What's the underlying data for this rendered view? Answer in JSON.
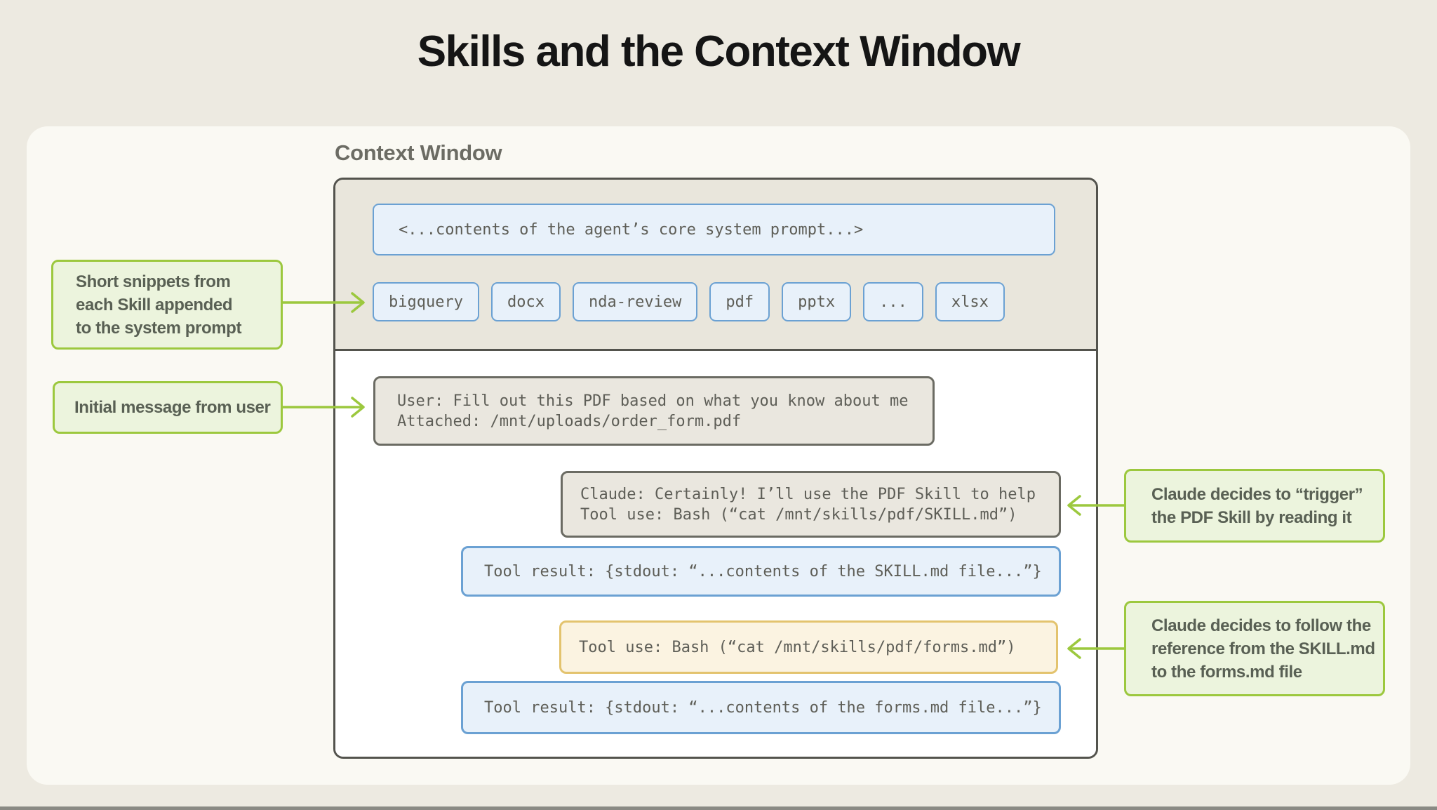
{
  "title": "Skills and the Context Window",
  "context_window": {
    "label": "Context Window",
    "system_prompt": "<...contents of the agent’s core system prompt...>",
    "skills": [
      "bigquery",
      "docx",
      "nda-review",
      "pdf",
      "pptx",
      "...",
      "xlsx"
    ],
    "messages": {
      "user": {
        "lines": [
          "User: Fill out this PDF based on what you know about me",
          "Attached: /mnt/uploads/order_form.pdf"
        ]
      },
      "claude": {
        "lines": [
          "Claude: Certainly! I’ll use the PDF Skill to help",
          "Tool use: Bash (“cat /mnt/skills/pdf/SKILL.md”)"
        ]
      },
      "tool_result_skill": "Tool result: {stdout: “...contents of the SKILL.md file...”}",
      "tool_use_forms": "Tool use: Bash (“cat /mnt/skills/pdf/forms.md”)",
      "tool_result_forms": "Tool result: {stdout: “...contents of the forms.md file...”}"
    }
  },
  "annotations": {
    "left_skills": {
      "lines": [
        "Short snippets from",
        "each Skill appended",
        "to the system prompt"
      ]
    },
    "left_user": {
      "lines": [
        "Initial message from user"
      ]
    },
    "right_trigger": {
      "lines": [
        "Claude decides to “trigger”",
        "the PDF Skill by reading it"
      ]
    },
    "right_follow": {
      "lines": [
        "Claude decides to follow the",
        "reference from the SKILL.md",
        "to the forms.md file"
      ]
    }
  },
  "colors": {
    "page_bg": "#EDEAE1",
    "panel_bg": "#FAF9F3",
    "box_border": "#53534D",
    "section_bg": "#E9E6DC",
    "blue_fill": "#E8F1FA",
    "blue_border": "#6BA1D3",
    "gray_fill": "#EAE7DF",
    "gray_border": "#6B6B63",
    "yellow_fill": "#FBF3E1",
    "yellow_border": "#E3C36E",
    "green_fill": "#ECF4DD",
    "green_border": "#9CC83E",
    "mono_text": "#5E5E57",
    "annotation_text": "#596054",
    "title_text": "#151515",
    "label_text": "#6C6C64",
    "bottom_strip": "#8A8A84"
  }
}
